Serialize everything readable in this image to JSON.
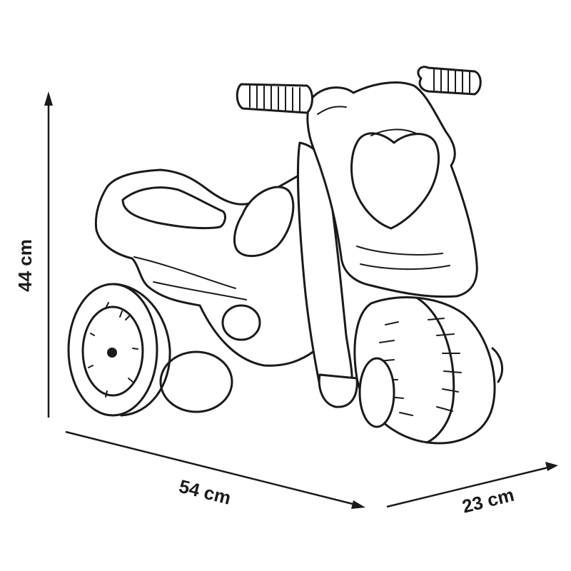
{
  "dimensions": {
    "height": {
      "label": "44 cm",
      "value": 44,
      "unit": "cm"
    },
    "length": {
      "label": "54 cm",
      "value": 54,
      "unit": "cm"
    },
    "width": {
      "label": "23 cm",
      "value": 23,
      "unit": "cm"
    }
  },
  "colors": {
    "line": "#1a1a1a",
    "background": "#ffffff"
  }
}
